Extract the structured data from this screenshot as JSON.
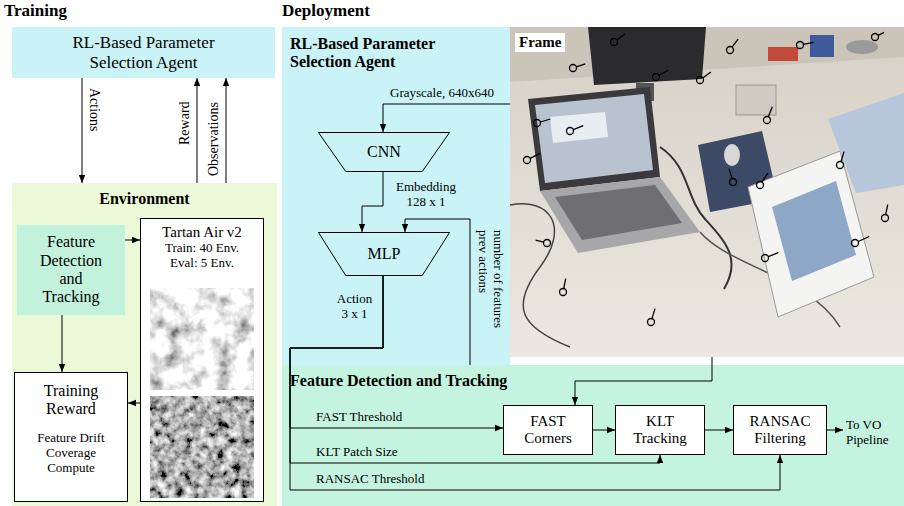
{
  "diagram": {
    "nodes": [
      {
        "text": [
          "RL-Based Parameter Selection Agent"
        ]
      },
      {
        "text": [
          "Environment"
        ]
      },
      {
        "text": [
          "Feature Detection and Tracking"
        ],
        "in": 1
      },
      {
        "text": [
          "Tartan Air v2",
          "Train: 40 Env.",
          "Eval: 5 Env."
        ],
        "in": 1
      },
      {
        "text": [
          "Training Reward",
          "Feature Drift",
          "Coverage",
          "Compute"
        ],
        "in": 1
      },
      {
        "text": [
          "RL-Based Parameter Selection Agent"
        ]
      },
      {
        "text": [
          "CNN"
        ],
        "in": 5
      },
      {
        "text": [
          "MLP"
        ],
        "in": 5
      },
      {
        "text": [
          "Frame"
        ]
      },
      {
        "text": [
          "Feature Detection and Tracking"
        ]
      },
      {
        "text": [
          "FAST Corners"
        ],
        "in": 9
      },
      {
        "text": [
          "KLT Tracking"
        ],
        "in": 9
      },
      {
        "text": [
          "RANSAC Filtering"
        ],
        "in": 9
      }
    ],
    "edges": [
      {
        "from": 0,
        "to": 1,
        "arrow": "to",
        "label": "Actions"
      },
      {
        "from": 1,
        "to": 0,
        "arrow": "to",
        "label": "Reward"
      },
      {
        "from": 1,
        "to": 0,
        "arrow": "to",
        "label": "Observations"
      },
      {
        "from": 2,
        "to": 3,
        "arrow": "to"
      },
      {
        "from": 2,
        "to": 4,
        "arrow": "to"
      },
      {
        "from": 3,
        "to": 4,
        "arrow": "to"
      },
      {
        "from": 8,
        "to": 6,
        "arrow": "to",
        "label": "Grayscale, 640x640"
      },
      {
        "from": 6,
        "to": 7,
        "arrow": "to",
        "label": "Embedding 128 x 1"
      },
      {
        "from": 9,
        "to": 7,
        "arrow": "to",
        "label": "number of features prev actions"
      },
      {
        "from": 7,
        "to": 10,
        "arrow": "to",
        "label": "FAST Threshold"
      },
      {
        "from": 7,
        "to": 11,
        "arrow": "to",
        "label": "KLT Patch Size"
      },
      {
        "from": 7,
        "to": 12,
        "arrow": "to",
        "label": "RANSAC Threshold"
      },
      {
        "from": 8,
        "to": 10,
        "arrow": "to"
      },
      {
        "from": 10,
        "to": 11,
        "arrow": "to"
      },
      {
        "from": 11,
        "to": 12,
        "arrow": "to"
      }
    ],
    "labels": [
      "Training",
      "Deployment",
      "Action 3 x 1",
      "To VO Pipeline"
    ]
  }
}
